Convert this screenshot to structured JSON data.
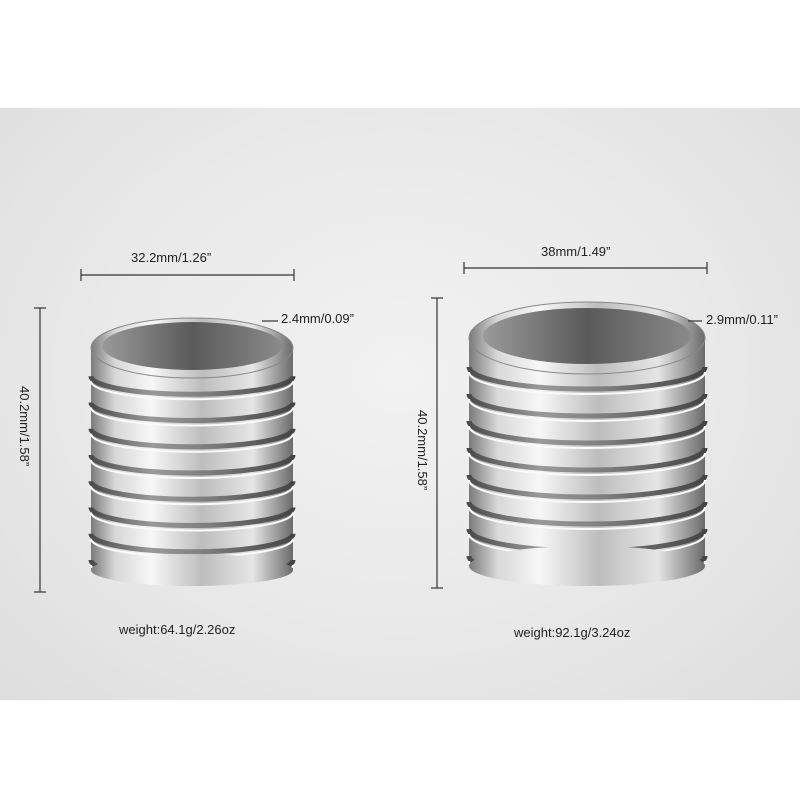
{
  "products": [
    {
      "width_label": "32.2mm/1.26”",
      "thickness_label": "2.4mm/0.09”",
      "height_label": "40.2mm/1.58”",
      "weight_label": "weight:64.1g/2.26oz"
    },
    {
      "width_label": "38mm/1.49”",
      "thickness_label": "2.9mm/0.11”",
      "height_label": "40.2mm/1.58”",
      "weight_label": "weight:92.1g/3.24oz"
    }
  ],
  "colors": {
    "background": "#e9e9e9",
    "metal_light": "#f4f4f4",
    "metal_dark": "#6e6e6e",
    "line": "#333333"
  }
}
